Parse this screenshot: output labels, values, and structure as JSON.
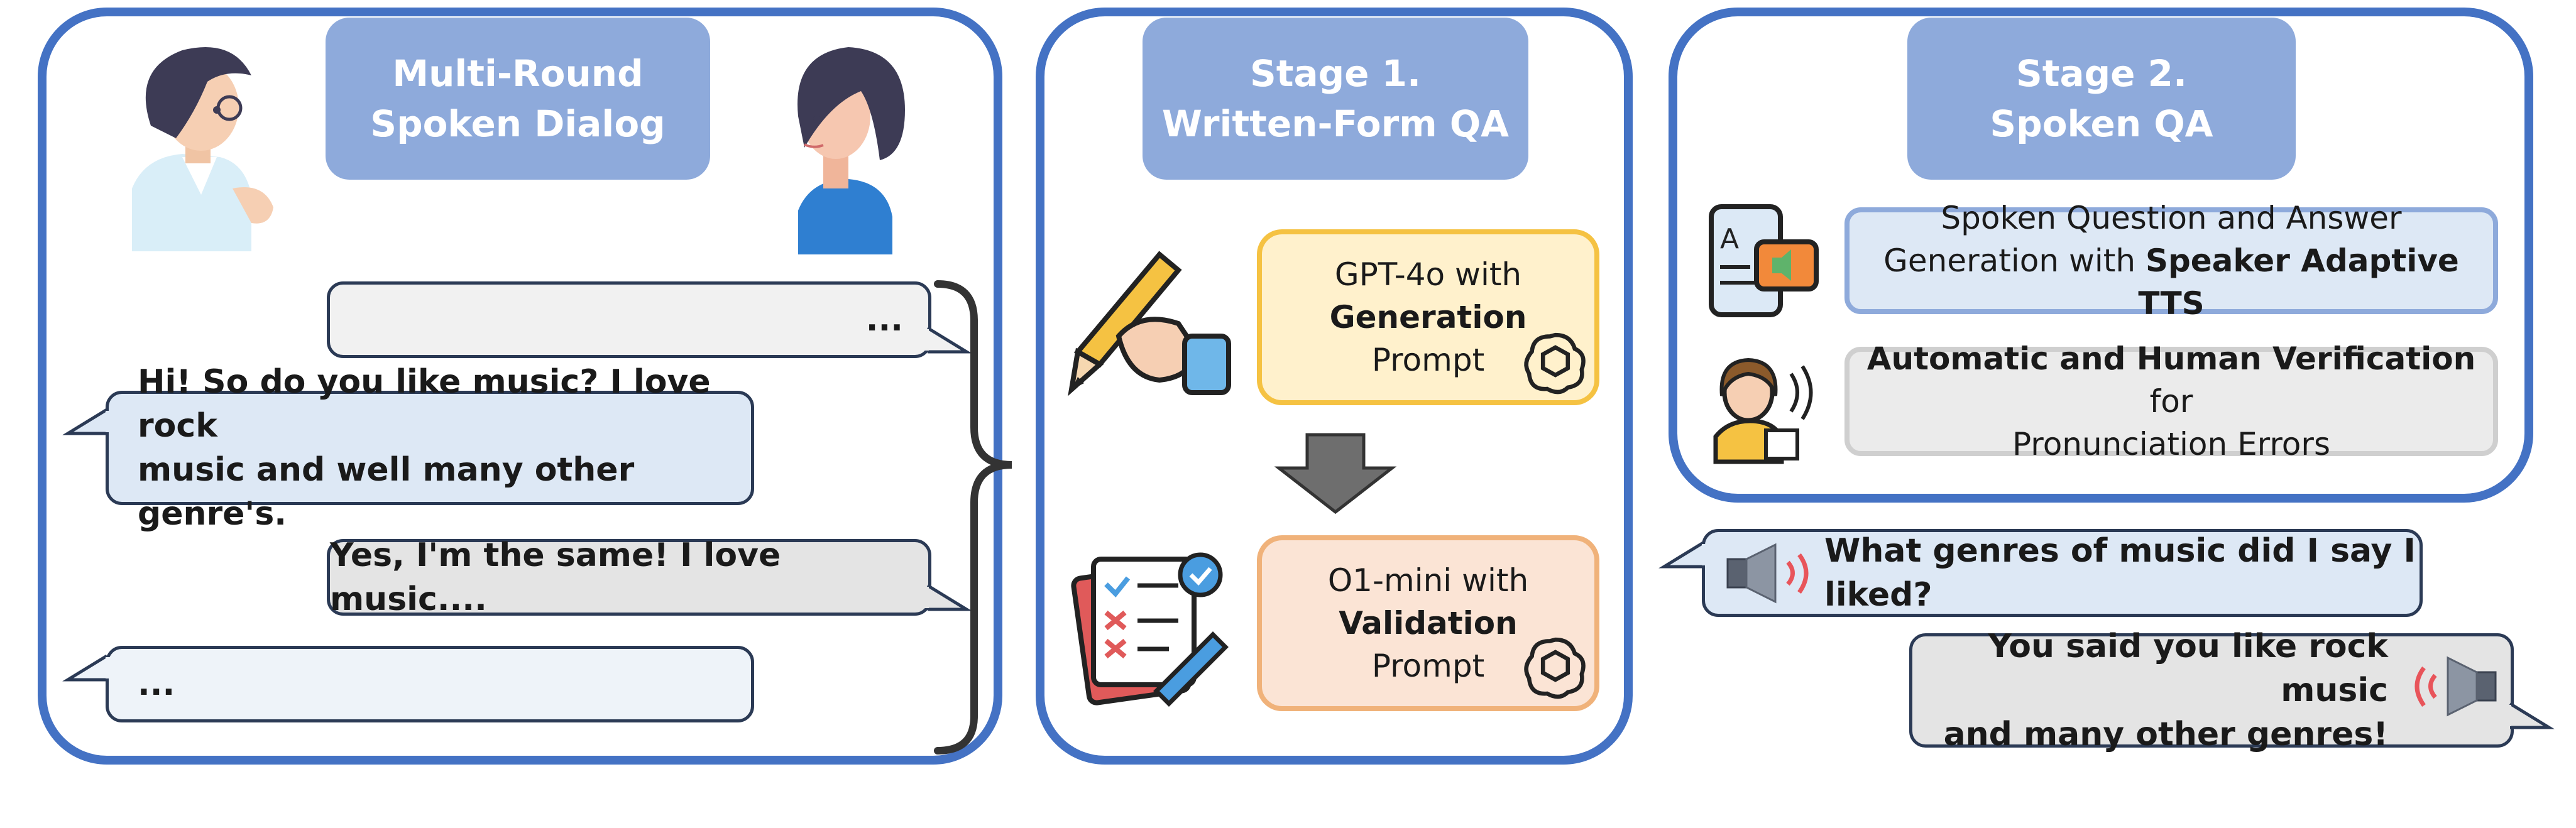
{
  "panels": {
    "dialog": {
      "title_line1": "Multi-Round",
      "title_line2": "Spoken Dialog",
      "bubbles": [
        {
          "text": "..."
        },
        {
          "line1": "Hi! So do you like music? I love rock",
          "line2": "music and well many other genre's."
        },
        {
          "text": "Yes, I'm the same! I love music...."
        },
        {
          "text": "..."
        }
      ]
    },
    "stage1": {
      "title_line1": "Stage 1.",
      "title_line2": "Written-Form QA",
      "generation": {
        "line1": "GPT-4o with",
        "line2": "Generation",
        "line3": "Prompt"
      },
      "validation": {
        "line1": "O1-mini with",
        "line2": "Validation",
        "line3": "Prompt"
      }
    },
    "stage2": {
      "title_line1": "Stage 2.",
      "title_line2": "Spoken QA",
      "tts": {
        "line1": "Spoken Question and Answer",
        "line2_pre": "Generation with ",
        "line2_bold": "Speaker Adaptive TTS"
      },
      "verify": {
        "line1_bold": "Automatic and Human Verification",
        "line1_post": " for",
        "line2": "Pronunciation Errors"
      }
    }
  },
  "qa_example": {
    "question": "What genres of music did I say I liked?",
    "answer_line1": "You said you like rock music",
    "answer_line2": "and many other genres!"
  },
  "colors": {
    "panel_border": "#4472c4",
    "title_fill": "#8eaadb",
    "generation_fill": "#fff1cc",
    "generation_border": "#f5c242",
    "validation_fill": "#fbe4d5",
    "validation_border": "#f0b27a",
    "tts_fill": "#dde8f5",
    "tts_border": "#8eaadb",
    "verify_fill": "#ebebeb",
    "verify_border": "#cfcfcf",
    "sound_wave": "#e8545a"
  },
  "icons": [
    "woman-with-glasses-icon",
    "woman-icon",
    "pencil-hand-icon",
    "checklist-icon",
    "down-arrow-icon",
    "openai-logo-icon",
    "phone-speaker-icon",
    "operator-icon",
    "speaker-icon"
  ]
}
